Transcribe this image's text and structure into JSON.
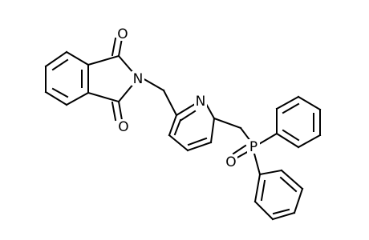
{
  "atoms": {
    "o_top": "O",
    "o_bottom": "O",
    "n_imide": "N",
    "n_pyridine": "N",
    "p": "P",
    "o_phosphoryl": "O"
  },
  "colors": {
    "bond": "#000000",
    "background": "#ffffff"
  }
}
